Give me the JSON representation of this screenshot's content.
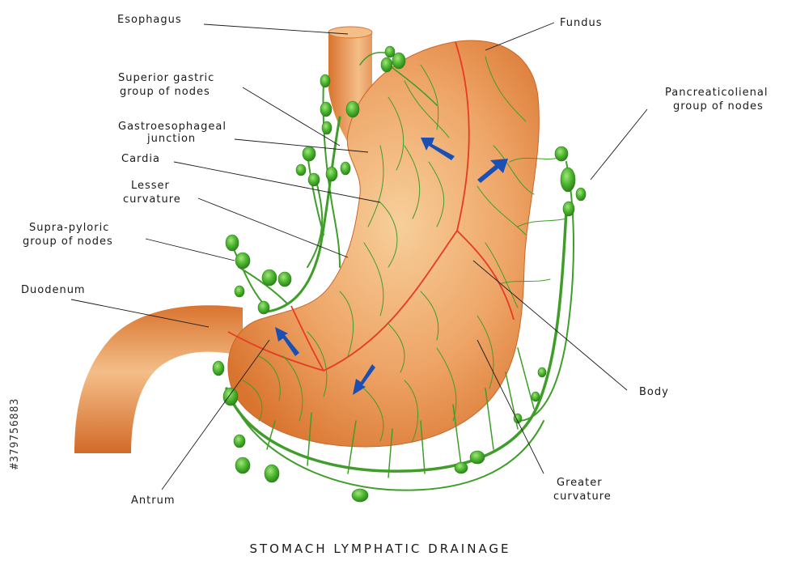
{
  "title": "STOMACH LYMPHATIC DRAINAGE",
  "stock_id": "#379756883",
  "labels": {
    "esophagus": [
      "Esophagus"
    ],
    "fundus": [
      "Fundus"
    ],
    "superior_gastric": [
      "Superior gastric",
      "group of nodes"
    ],
    "gastroesophageal": [
      "Gastroesophageal",
      "junction"
    ],
    "cardia": [
      "Cardia"
    ],
    "lesser_curvature": [
      "Lesser",
      "curvature"
    ],
    "supra_pyloric": [
      "Supra-pyloric",
      "group of nodes"
    ],
    "duodenum": [
      "Duodenum"
    ],
    "pancreaticolienal": [
      "Pancreaticolienal",
      "group of nodes"
    ],
    "body": [
      "Body"
    ],
    "greater_curvature": [
      "Greater",
      "curvature"
    ],
    "antrum": [
      "Antrum"
    ]
  },
  "colors": {
    "stomach": "#e8904a",
    "stomach_highlight": "#f6c48f",
    "lymph": "#3f9d2a",
    "node": "#4cb82f",
    "arrow": "#1a4fb5",
    "region_line": "#e63a24"
  }
}
